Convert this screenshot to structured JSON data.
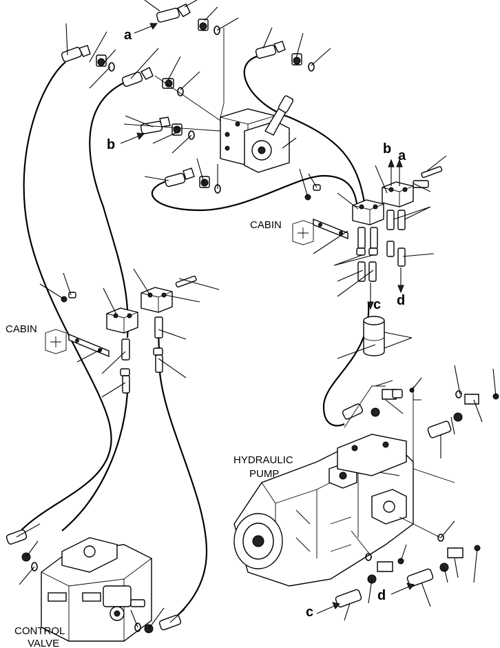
{
  "labels": {
    "cabin_upper": "CABIN",
    "cabin_lower": "CABIN",
    "hydraulic_pump_line1": "HYDRAULIC",
    "hydraulic_pump_line2": "PUMP",
    "control_valve_line1": "CONTROL",
    "control_valve_line2": "VALVE"
  },
  "refs": {
    "a_top": "a",
    "b_left": "b",
    "b_upper_right": "b",
    "a_upper_right": "a",
    "c_right": "c",
    "d_right": "d",
    "c_bottom": "c",
    "d_bottom": "d"
  },
  "colors": {
    "line": "#000000",
    "background": "#ffffff",
    "shade": "#222222"
  }
}
